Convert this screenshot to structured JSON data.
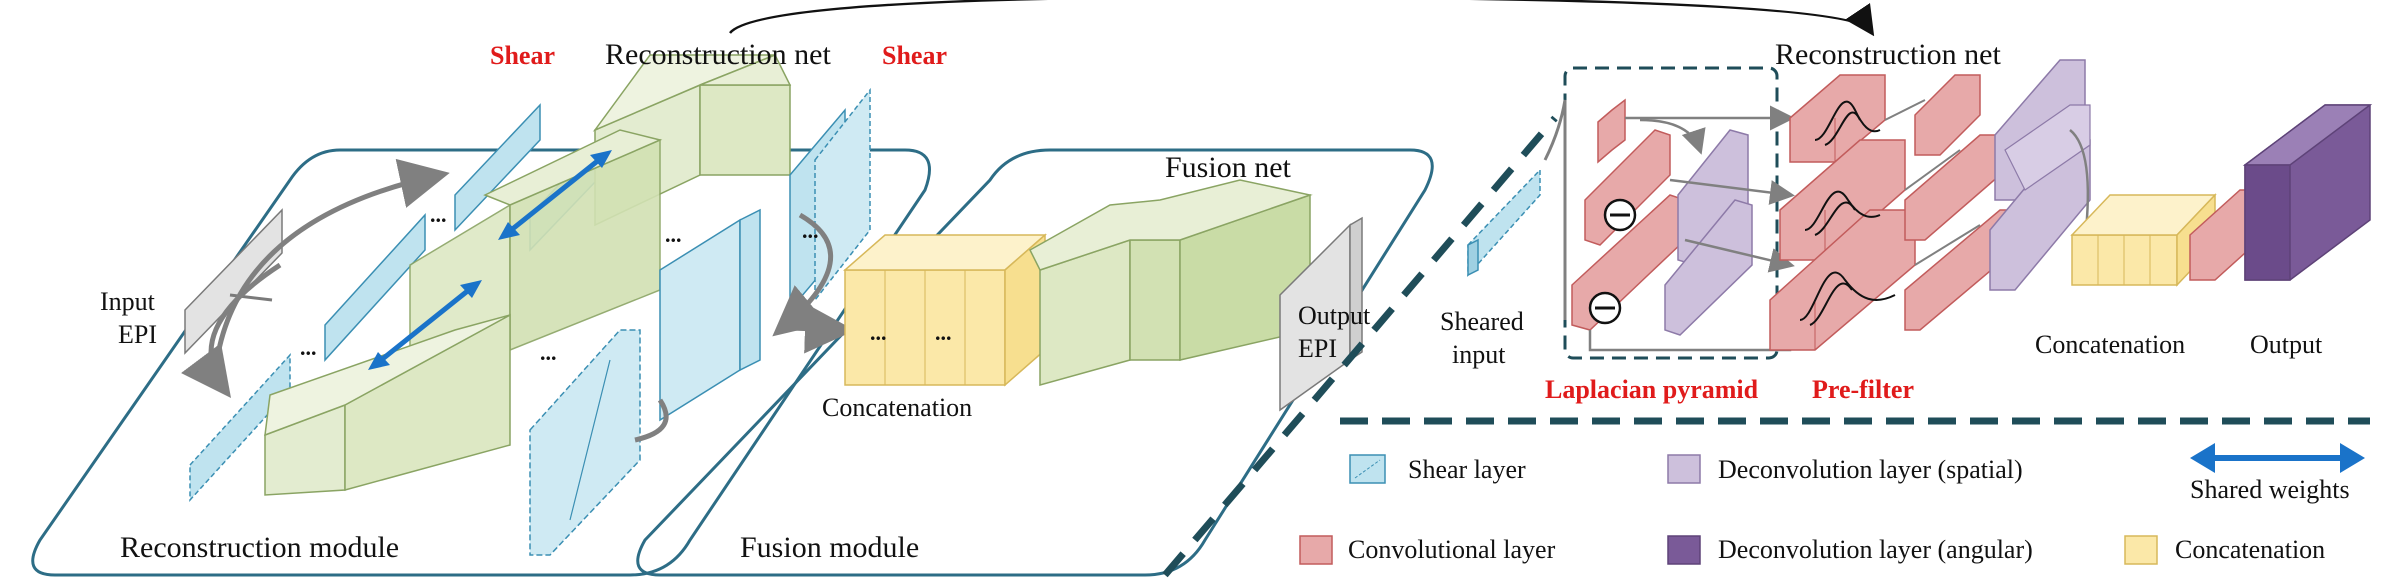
{
  "labels": {
    "input_epi_1": "Input",
    "input_epi_2": "EPI",
    "shear_left": "Shear",
    "recon_net_left": "Reconstruction net",
    "shear_mid": "Shear",
    "fusion_net": "Fusion net",
    "output_epi_1": "Output",
    "output_epi_2": "EPI",
    "concatenation_left": "Concatenation",
    "reconstruction_module": "Reconstruction module",
    "fusion_module": "Fusion module",
    "recon_net_right": "Reconstruction net",
    "sheared_input_1": "Sheared",
    "sheared_input_2": "input",
    "laplacian_pyramid": "Laplacian pyramid",
    "pre_filter": "Pre-filter",
    "concatenation_right": "Concatenation",
    "output_right": "Output",
    "ellipsis": "..."
  },
  "legend": {
    "shear_layer": "Shear layer",
    "deconv_spatial": "Deconvolution layer (spatial)",
    "shared_weights": "Shared weights",
    "conv_layer": "Convolutional layer",
    "deconv_angular": "Deconvolution layer (angular)",
    "concatenation": "Concatenation"
  },
  "colors": {
    "shear": "#bfe3ef",
    "shear_edge": "#3b8fb3",
    "conv": "#e7a9a9",
    "conv_edge": "#c25c5c",
    "deconv_spatial": "#cdc0dc",
    "deconv_spatial_edge": "#8d7aa8",
    "deconv_angular": "#7a5a98",
    "concat": "#fbe8a8",
    "concat_edge": "#d7b85a",
    "recon_net": "#dde8c4",
    "recon_net_edge": "#8aa463",
    "fusion_net": "#c9dca6",
    "module_border": "#2d6d86",
    "dashed_separator": "#1f4d59",
    "shared_weights_arrow": "#1a73c9",
    "highlight_red": "#e01b1b"
  },
  "icons": [
    "ellipsis-icon",
    "minus-circle-icon",
    "signal-curve-icon",
    "shared-weights-arrow-icon"
  ]
}
